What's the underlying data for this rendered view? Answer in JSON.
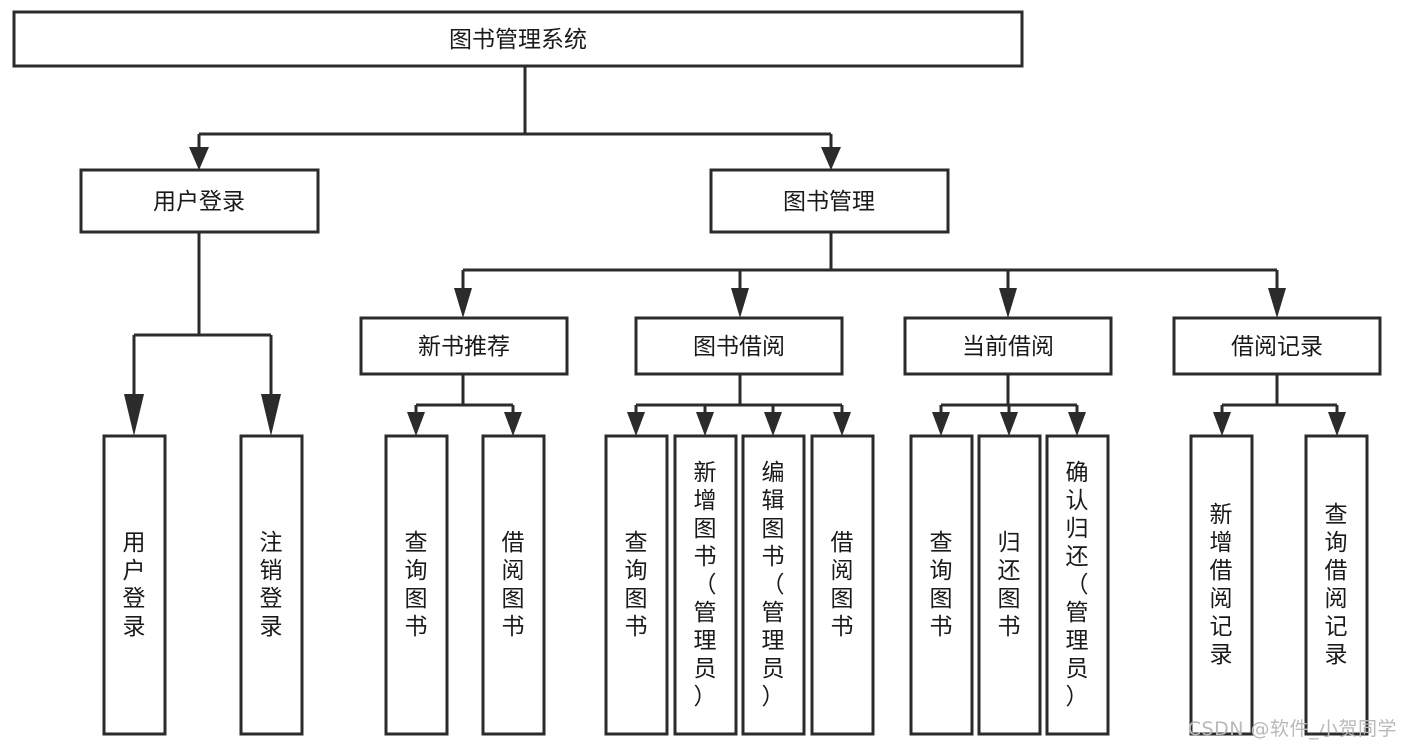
{
  "diagram": {
    "type": "tree-hierarchy-chart",
    "title": "图书管理系统",
    "background_color": "#ffffff",
    "line_color": "#2b2b2b",
    "text_color": "#1a1a1a",
    "nodes": {
      "root": {
        "label": "图书管理系统",
        "level": 0,
        "orientation": "horizontal"
      },
      "l1": [
        {
          "id": "user-login",
          "label": "用户登录",
          "level": 1,
          "orientation": "horizontal"
        },
        {
          "id": "book-manage",
          "label": "图书管理",
          "level": 1,
          "orientation": "horizontal"
        }
      ],
      "l2": [
        {
          "id": "new-book-recommend",
          "label": "新书推荐",
          "level": 2,
          "orientation": "horizontal",
          "parent": "book-manage"
        },
        {
          "id": "book-borrow",
          "label": "图书借阅",
          "level": 2,
          "orientation": "horizontal",
          "parent": "book-manage"
        },
        {
          "id": "current-borrow",
          "label": "当前借阅",
          "level": 2,
          "orientation": "horizontal",
          "parent": "book-manage"
        },
        {
          "id": "borrow-record",
          "label": "借阅记录",
          "level": 2,
          "orientation": "horizontal",
          "parent": "book-manage"
        }
      ],
      "leaves": [
        {
          "id": "leaf-user-login",
          "label": "用户登录",
          "parent": "user-login",
          "orientation": "vertical"
        },
        {
          "id": "leaf-logout-login",
          "label": "注销登录",
          "parent": "user-login",
          "orientation": "vertical"
        },
        {
          "id": "leaf-query-book-1",
          "label": "查询图书",
          "parent": "new-book-recommend",
          "orientation": "vertical"
        },
        {
          "id": "leaf-borrow-book-1",
          "label": "借阅图书",
          "parent": "new-book-recommend",
          "orientation": "vertical"
        },
        {
          "id": "leaf-query-book-2",
          "label": "查询图书",
          "parent": "book-borrow",
          "orientation": "vertical"
        },
        {
          "id": "leaf-add-book",
          "label": "新增图书（管理员）",
          "parent": "book-borrow",
          "orientation": "vertical"
        },
        {
          "id": "leaf-edit-book",
          "label": "编辑图书（管理员）",
          "parent": "book-borrow",
          "orientation": "vertical"
        },
        {
          "id": "leaf-borrow-book-2",
          "label": "借阅图书",
          "parent": "book-borrow",
          "orientation": "vertical"
        },
        {
          "id": "leaf-query-book-3",
          "label": "查询图书",
          "parent": "current-borrow",
          "orientation": "vertical"
        },
        {
          "id": "leaf-return-book",
          "label": "归还图书",
          "parent": "current-borrow",
          "orientation": "vertical"
        },
        {
          "id": "leaf-confirm-return",
          "label": "确认归还（管理员）",
          "parent": "current-borrow",
          "orientation": "vertical"
        },
        {
          "id": "leaf-add-borrow-record",
          "label": "新增借阅记录",
          "parent": "borrow-record",
          "orientation": "vertical"
        },
        {
          "id": "leaf-query-borrow-record",
          "label": "查询借阅记录",
          "parent": "borrow-record",
          "orientation": "vertical"
        }
      ]
    }
  },
  "watermark": {
    "text": "CSDN @软件_小贺同学"
  }
}
